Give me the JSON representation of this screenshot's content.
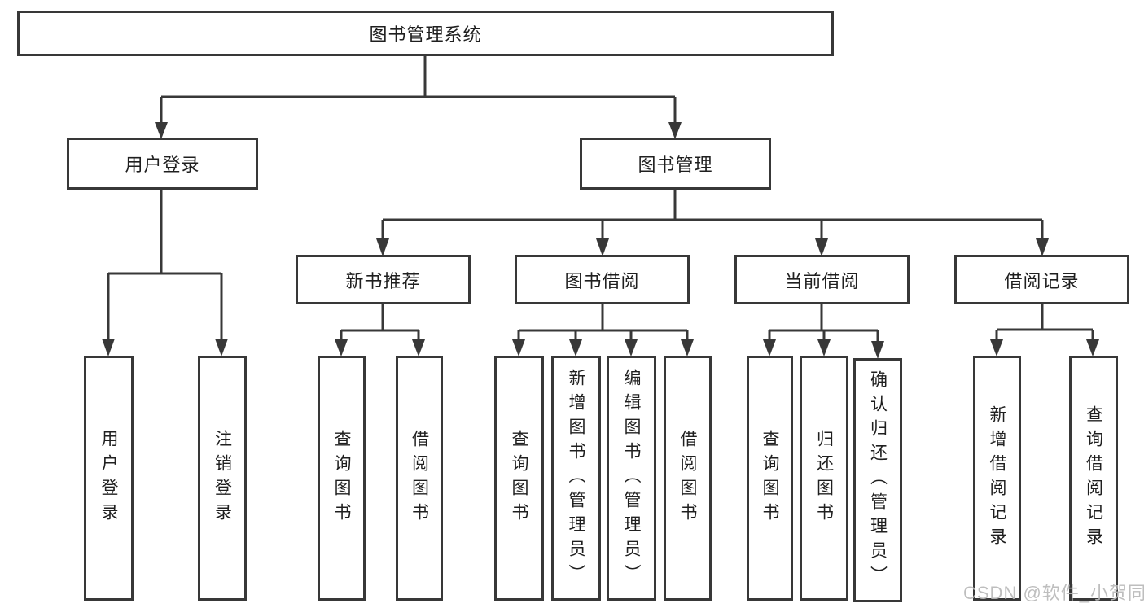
{
  "diagram": {
    "root": {
      "label": "图书管理系统"
    },
    "branches": [
      {
        "label": "用户登录",
        "leaves": [
          {
            "label": "用户登录"
          },
          {
            "label": "注销登录"
          }
        ]
      },
      {
        "label": "图书管理",
        "children": [
          {
            "label": "新书推荐",
            "leaves": [
              {
                "label": "查询图书"
              },
              {
                "label": "借阅图书"
              }
            ]
          },
          {
            "label": "图书借阅",
            "leaves": [
              {
                "label": "查询图书"
              },
              {
                "label": "新增图书（管理员）"
              },
              {
                "label": "编辑图书（管理员）"
              },
              {
                "label": "借阅图书"
              }
            ]
          },
          {
            "label": "当前借阅",
            "leaves": [
              {
                "label": "查询图书"
              },
              {
                "label": "归还图书"
              },
              {
                "label": "确认归还（管理员）"
              }
            ]
          },
          {
            "label": "借阅记录",
            "leaves": [
              {
                "label": "新增借阅记录"
              },
              {
                "label": "查询借阅记录"
              }
            ]
          }
        ]
      }
    ]
  },
  "watermark": {
    "text": "CSDN @软件_小贺同学"
  },
  "colors": {
    "line": "#383838",
    "text": "#1f1f1f",
    "watermark": "#b9b9b9",
    "background": "#ffffff"
  }
}
